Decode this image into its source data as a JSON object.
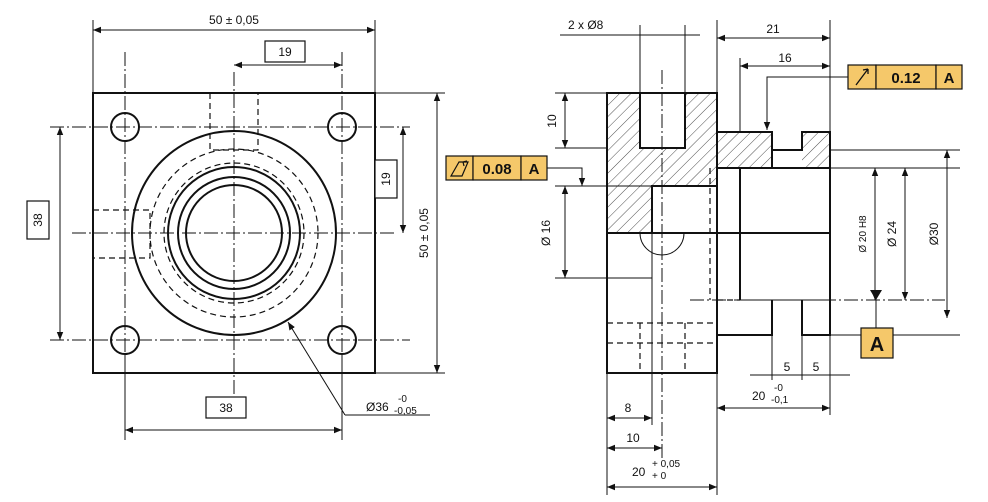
{
  "left_view": {
    "overall_width": "50 ± 0,05",
    "overall_height": "50 ± 0,05",
    "top_slot": "19",
    "right_slot": "19",
    "hole_vertical_spacing": "38",
    "hole_horizontal_spacing": "38",
    "boss_diameter_value": "Ø36",
    "boss_diameter_upper_tol": "-0",
    "boss_diameter_lower_tol": "-0,05"
  },
  "right_view": {
    "holes": "2 x Ø8",
    "length_21": "21",
    "length_16": "16",
    "depth_10": "10",
    "bore_16": "Ø 16",
    "bore_20h8": "Ø 20 H8",
    "dia_24": "Ø 24",
    "dia_30": "Ø30",
    "groove_5_a": "5",
    "groove_5_b": "5",
    "len_20_value": "20",
    "len_20_upper_tol": "-0",
    "len_20_lower_tol": "-0,1",
    "base_8": "8",
    "base_10": "10",
    "base_20_value": "20",
    "base_20_upper_tol": "+ 0,05",
    "base_20_lower_tol": "+ 0"
  },
  "gdt": {
    "runout_value": "0.12",
    "runout_datum": "A",
    "total_runout_value": "0.08",
    "total_runout_datum": "A",
    "datum_label": "A"
  },
  "colors": {
    "frame_fill": "#f5c86a",
    "line": "#111111"
  }
}
